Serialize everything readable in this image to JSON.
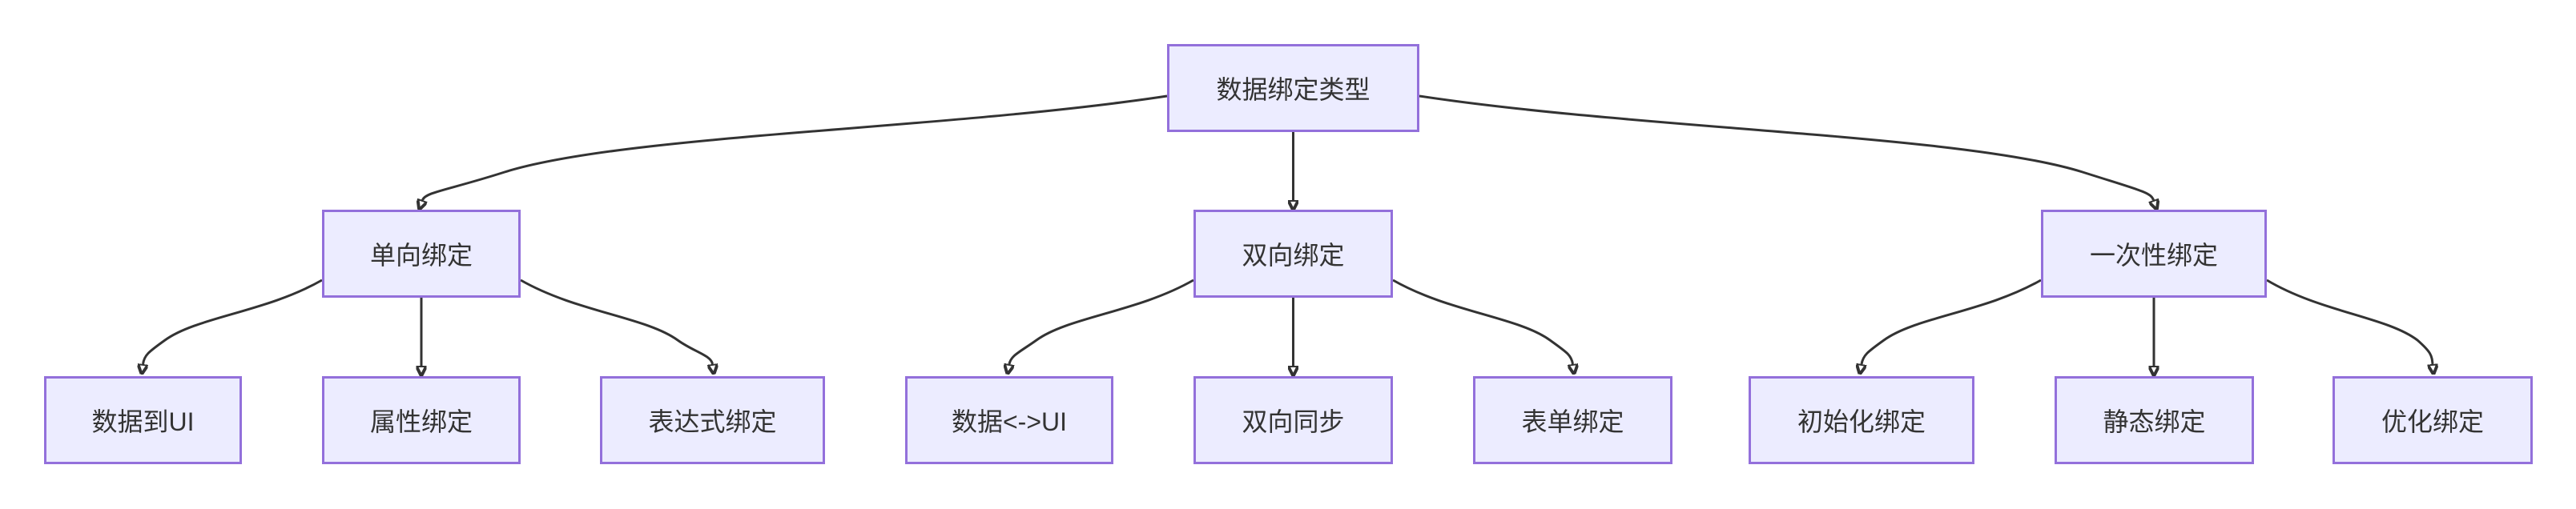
{
  "diagram": {
    "type": "flowchart-top-down",
    "colors": {
      "background": "#ffffff",
      "node_fill": "#ECECFF",
      "node_border": "#9370DB",
      "node_text": "#333333",
      "edge": "#333333"
    },
    "nodes": {
      "root": {
        "label": "数据绑定类型"
      },
      "oneway": {
        "label": "单向绑定"
      },
      "twoway": {
        "label": "双向绑定"
      },
      "onetime": {
        "label": "一次性绑定"
      },
      "data_to_ui": {
        "label": "数据到UI"
      },
      "property_binding": {
        "label": "属性绑定"
      },
      "expression_binding": {
        "label": "表达式绑定"
      },
      "data_bidir_ui": {
        "label": "数据<->UI"
      },
      "bidir_sync": {
        "label": "双向同步"
      },
      "form_binding": {
        "label": "表单绑定"
      },
      "init_binding": {
        "label": "初始化绑定"
      },
      "static_binding": {
        "label": "静态绑定"
      },
      "optimized_binding": {
        "label": "优化绑定"
      }
    },
    "edges": [
      {
        "from": "数据绑定类型",
        "to": "单向绑定"
      },
      {
        "from": "数据绑定类型",
        "to": "双向绑定"
      },
      {
        "from": "数据绑定类型",
        "to": "一次性绑定"
      },
      {
        "from": "单向绑定",
        "to": "数据到UI"
      },
      {
        "from": "单向绑定",
        "to": "属性绑定"
      },
      {
        "from": "单向绑定",
        "to": "表达式绑定"
      },
      {
        "from": "双向绑定",
        "to": "数据<->UI"
      },
      {
        "from": "双向绑定",
        "to": "双向同步"
      },
      {
        "from": "双向绑定",
        "to": "表单绑定"
      },
      {
        "from": "一次性绑定",
        "to": "初始化绑定"
      },
      {
        "from": "一次性绑定",
        "to": "静态绑定"
      },
      {
        "from": "一次性绑定",
        "to": "优化绑定"
      }
    ]
  }
}
